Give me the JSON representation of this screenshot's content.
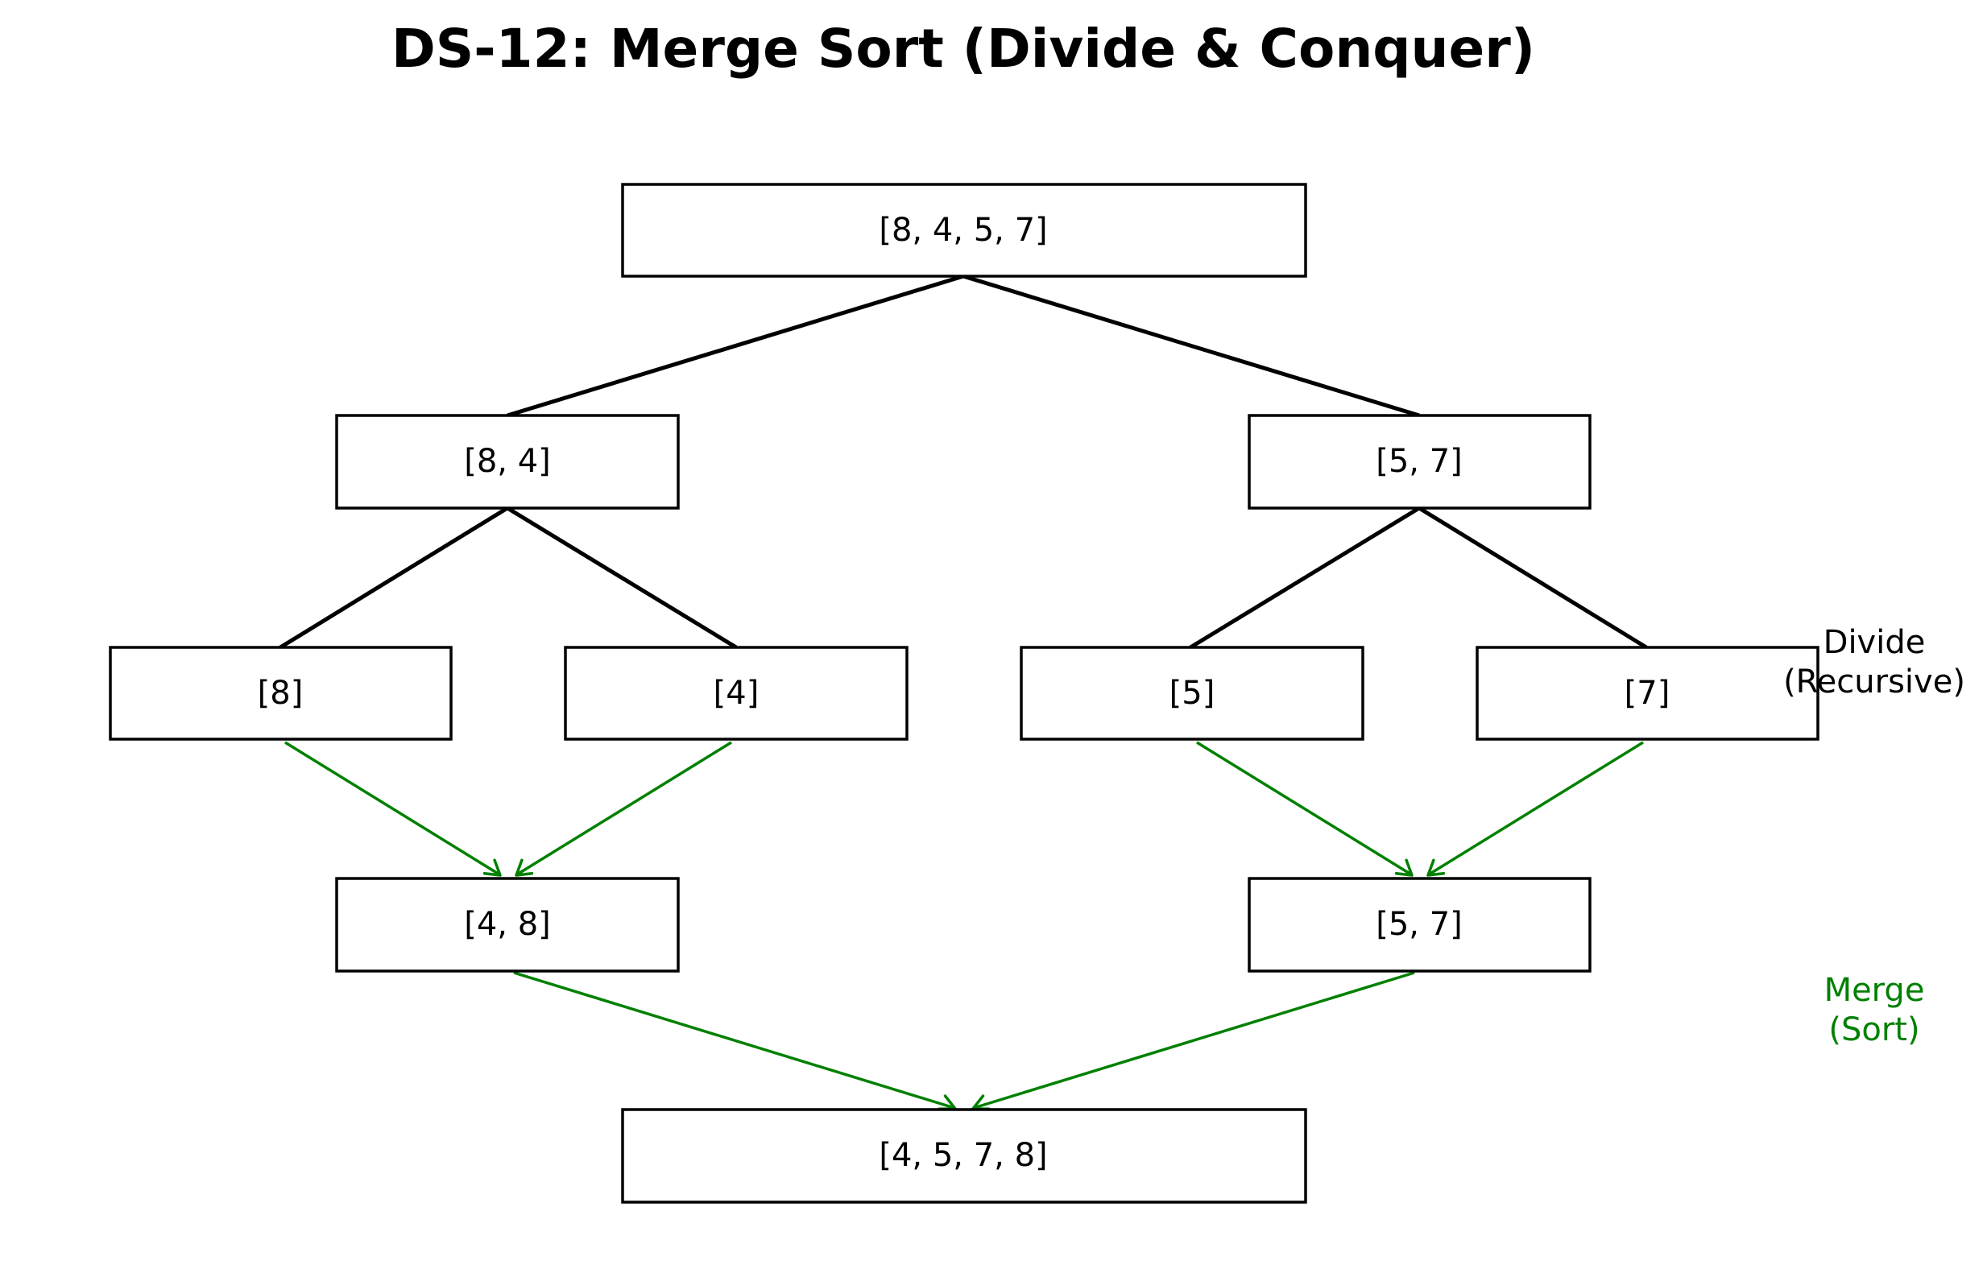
{
  "title": "DS-12: Merge Sort (Divide & Conquer)",
  "colors": {
    "divide": "#000000",
    "merge": "#008000"
  },
  "labels": {
    "divide_line1": "Divide",
    "divide_line2": "(Recursive)",
    "merge_line1": "Merge",
    "merge_line2": "(Sort)"
  },
  "nodes": {
    "root": "[8, 4, 5, 7]",
    "left_half": "[8, 4]",
    "right_half": "[5, 7]",
    "leaf_8": "[8]",
    "leaf_4": "[4]",
    "leaf_5": "[5]",
    "leaf_7": "[7]",
    "merged_left": "[4, 8]",
    "merged_right": "[5, 7]",
    "result": "[4, 5, 7, 8]"
  },
  "edges": [
    {
      "from": "root",
      "to": "left_half",
      "kind": "divide"
    },
    {
      "from": "root",
      "to": "right_half",
      "kind": "divide"
    },
    {
      "from": "left_half",
      "to": "leaf_8",
      "kind": "divide"
    },
    {
      "from": "left_half",
      "to": "leaf_4",
      "kind": "divide"
    },
    {
      "from": "right_half",
      "to": "leaf_5",
      "kind": "divide"
    },
    {
      "from": "right_half",
      "to": "leaf_7",
      "kind": "divide"
    },
    {
      "from": "leaf_8",
      "to": "merged_left",
      "kind": "merge"
    },
    {
      "from": "leaf_4",
      "to": "merged_left",
      "kind": "merge"
    },
    {
      "from": "leaf_5",
      "to": "merged_right",
      "kind": "merge"
    },
    {
      "from": "leaf_7",
      "to": "merged_right",
      "kind": "merge"
    },
    {
      "from": "merged_left",
      "to": "result",
      "kind": "merge"
    },
    {
      "from": "merged_right",
      "to": "result",
      "kind": "merge"
    }
  ]
}
